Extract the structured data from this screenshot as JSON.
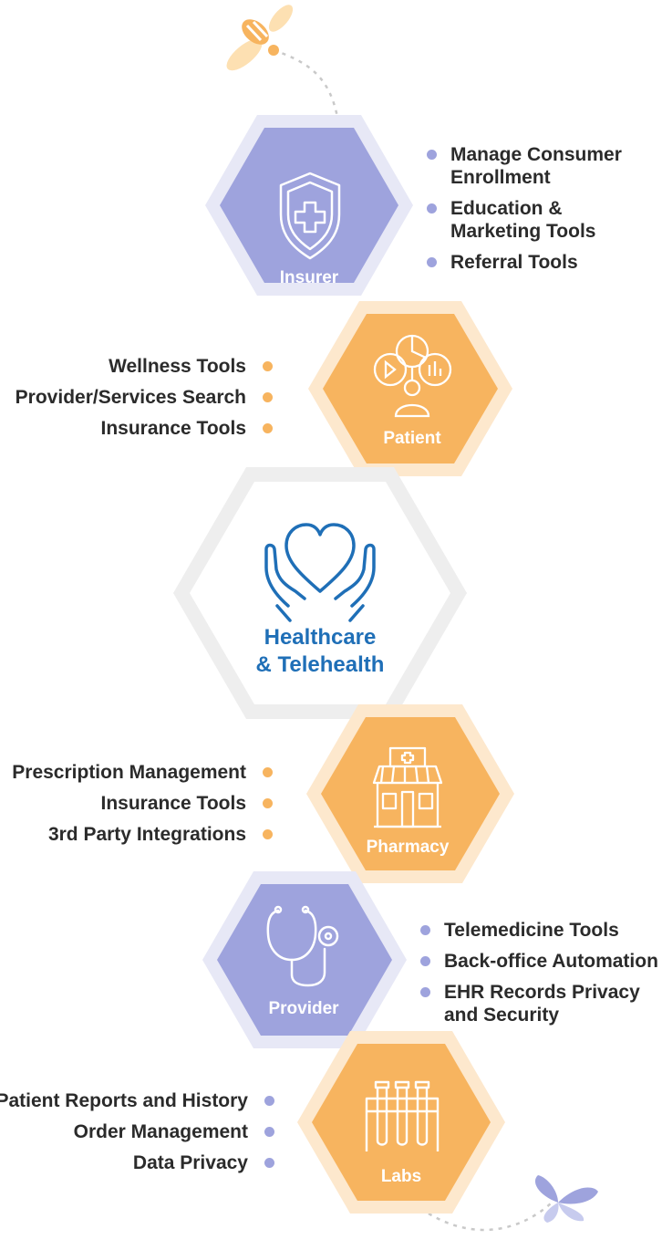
{
  "colors": {
    "purple": "#9ea3dd",
    "purple_ring": "#e7e8f6",
    "orange": "#f7b45f",
    "orange_ring": "#fde8cd",
    "center_ring": "#eeeeee",
    "title_blue": "#1f6fb7",
    "text": "#2b2b2b"
  },
  "center": {
    "title_line1": "Healthcare",
    "title_line2": "& Telehealth",
    "icon": "heart-hands-icon"
  },
  "insurer": {
    "label": "Insurer",
    "icon": "shield-cross-icon",
    "items": [
      {
        "line1": "Manage Consumer",
        "line2": "Enrollment"
      },
      {
        "line1": "Education &",
        "line2": "Marketing Tools"
      },
      {
        "line1": "Referral Tools",
        "line2": ""
      }
    ]
  },
  "patient": {
    "label": "Patient",
    "icon": "patient-media-icon",
    "items": [
      "Wellness Tools",
      "Provider/Services Search",
      "Insurance Tools"
    ]
  },
  "pharmacy": {
    "label": "Pharmacy",
    "icon": "pharmacy-store-icon",
    "items": [
      "Prescription Management",
      "Insurance Tools",
      "3rd Party Integrations"
    ]
  },
  "provider": {
    "label": "Provider",
    "icon": "stethoscope-icon",
    "items": [
      {
        "line1": "Telemedicine Tools",
        "line2": ""
      },
      {
        "line1": "Back-office Automation",
        "line2": ""
      },
      {
        "line1": "EHR Records Privacy",
        "line2": "and Security"
      }
    ]
  },
  "labs": {
    "label": "Labs",
    "icon": "test-tubes-icon",
    "items": [
      "Patient Reports and History",
      "Order Management",
      "Data Privacy"
    ]
  }
}
